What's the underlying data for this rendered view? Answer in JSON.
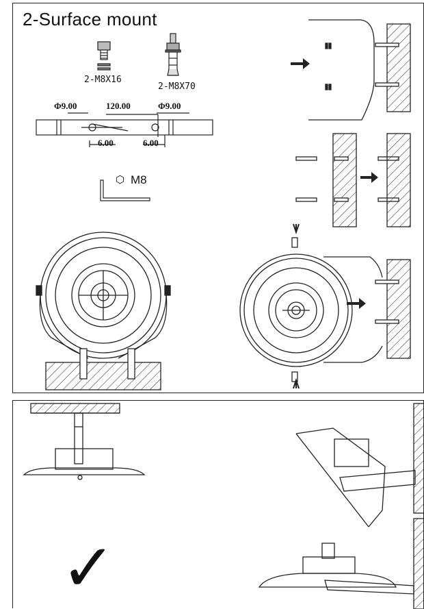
{
  "top_panel": {
    "title": "2-Surface mount",
    "hardware": {
      "bolt_label": "2-M8X16",
      "anchor_label": "2-M8X70"
    },
    "dimensions": {
      "hole_dia_left": "Φ9.00",
      "span": "120.00",
      "hole_dia_right": "Φ9.00",
      "offset_left": "6.00",
      "offset_right": "6.00"
    },
    "tool": {
      "hex_symbol": "⬡",
      "key_label": "M8"
    }
  },
  "bottom_panel": {
    "check_symbol": "✓"
  }
}
